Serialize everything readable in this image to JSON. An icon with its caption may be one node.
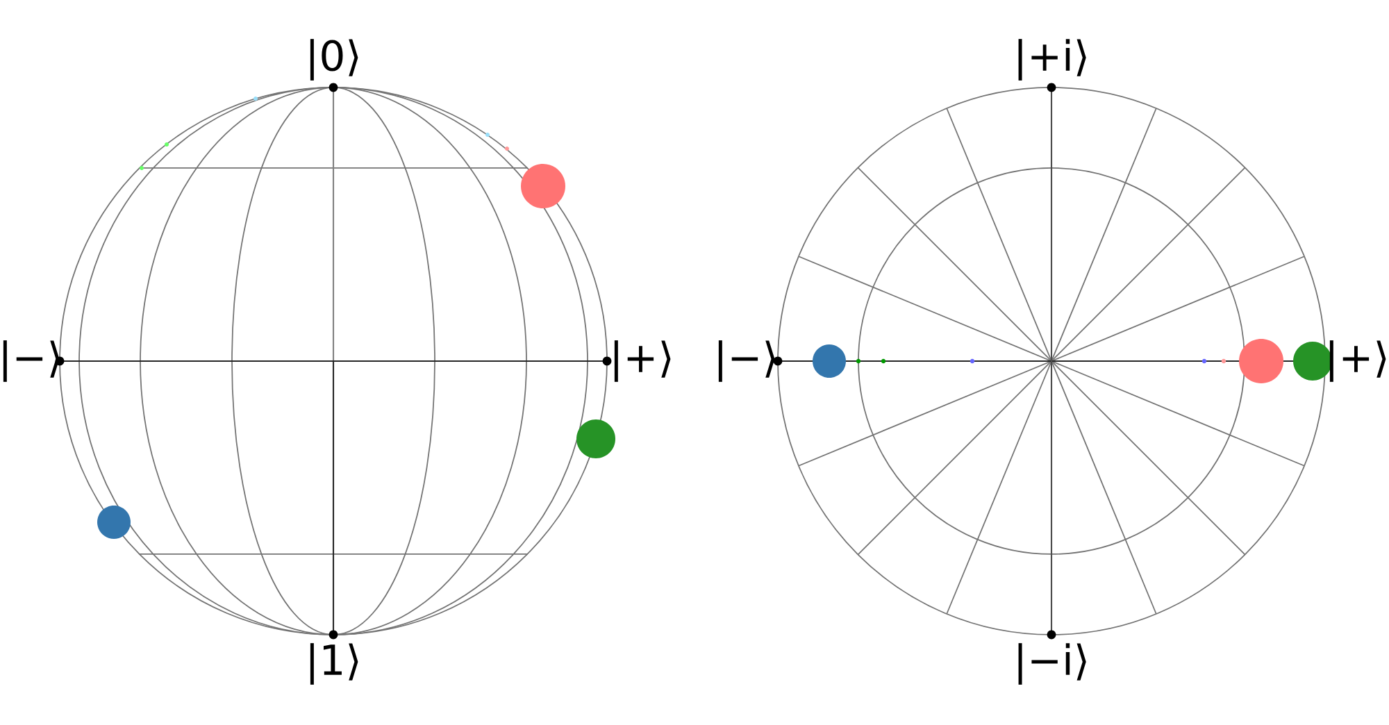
{
  "diagram": {
    "labels": [
      "|0⟩",
      "|−⟩",
      "|+⟩",
      "|1⟩",
      "|+i⟩",
      "|−⟩",
      "|+⟩",
      "|−i⟩"
    ]
  }
}
